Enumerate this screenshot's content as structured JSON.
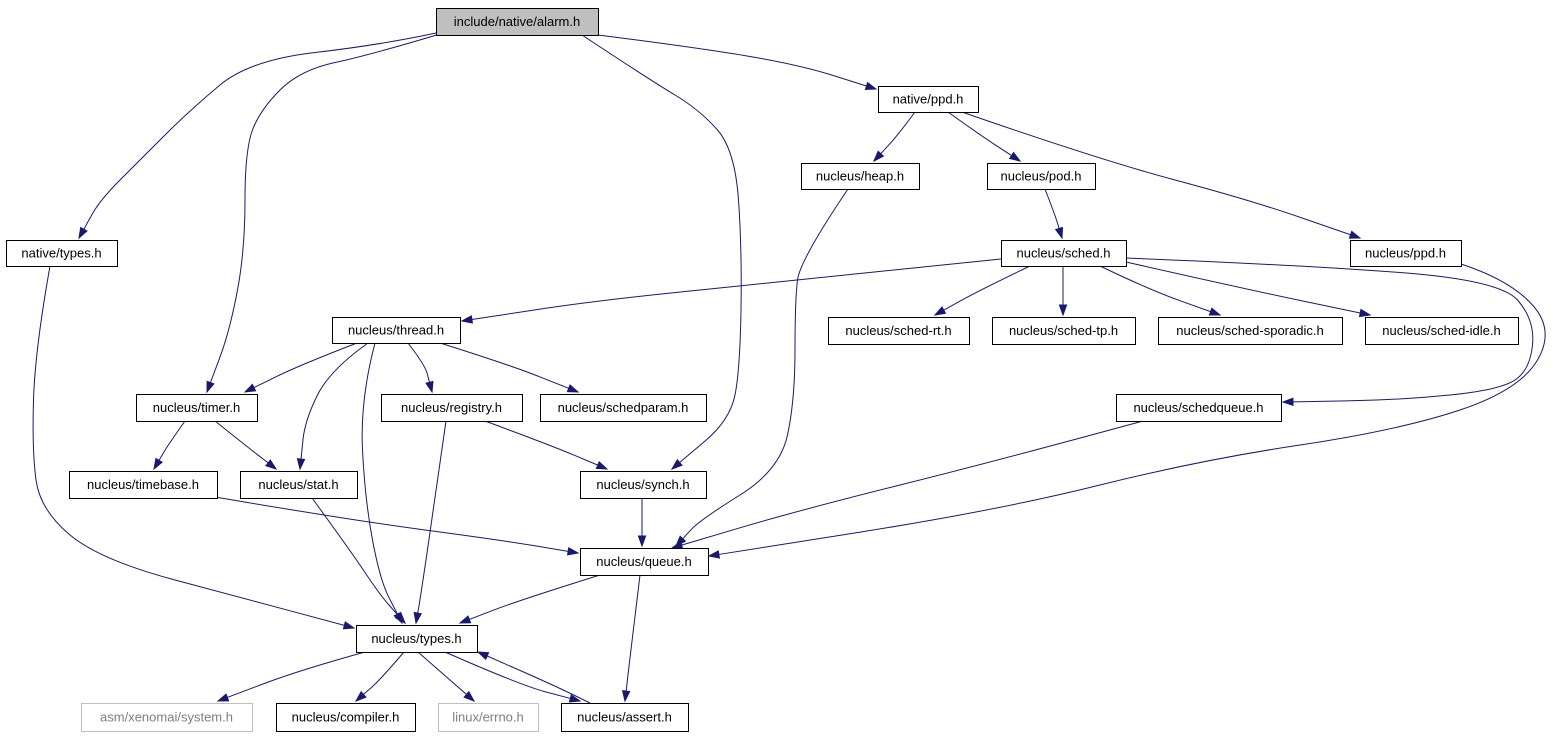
{
  "graph": {
    "nodes": [
      {
        "id": "alarm",
        "label": "include/native/alarm.h",
        "style": "root"
      },
      {
        "id": "native_ppd",
        "label": "native/ppd.h",
        "style": "normal"
      },
      {
        "id": "native_types",
        "label": "native/types.h",
        "style": "normal"
      },
      {
        "id": "heap",
        "label": "nucleus/heap.h",
        "style": "normal"
      },
      {
        "id": "pod",
        "label": "nucleus/pod.h",
        "style": "normal"
      },
      {
        "id": "nucleus_ppd",
        "label": "nucleus/ppd.h",
        "style": "normal"
      },
      {
        "id": "sched",
        "label": "nucleus/sched.h",
        "style": "normal"
      },
      {
        "id": "thread",
        "label": "nucleus/thread.h",
        "style": "normal"
      },
      {
        "id": "sched_rt",
        "label": "nucleus/sched-rt.h",
        "style": "normal"
      },
      {
        "id": "sched_tp",
        "label": "nucleus/sched-tp.h",
        "style": "normal"
      },
      {
        "id": "sched_sporadic",
        "label": "nucleus/sched-sporadic.h",
        "style": "normal"
      },
      {
        "id": "sched_idle",
        "label": "nucleus/sched-idle.h",
        "style": "normal"
      },
      {
        "id": "timer",
        "label": "nucleus/timer.h",
        "style": "normal"
      },
      {
        "id": "registry",
        "label": "nucleus/registry.h",
        "style": "normal"
      },
      {
        "id": "schedparam",
        "label": "nucleus/schedparam.h",
        "style": "normal"
      },
      {
        "id": "schedqueue",
        "label": "nucleus/schedqueue.h",
        "style": "normal"
      },
      {
        "id": "timebase",
        "label": "nucleus/timebase.h",
        "style": "normal"
      },
      {
        "id": "stat",
        "label": "nucleus/stat.h",
        "style": "normal"
      },
      {
        "id": "synch",
        "label": "nucleus/synch.h",
        "style": "normal"
      },
      {
        "id": "queue",
        "label": "nucleus/queue.h",
        "style": "normal"
      },
      {
        "id": "nucleus_types",
        "label": "nucleus/types.h",
        "style": "normal"
      },
      {
        "id": "asm_system",
        "label": "asm/xenomai/system.h",
        "style": "external"
      },
      {
        "id": "compiler",
        "label": "nucleus/compiler.h",
        "style": "normal"
      },
      {
        "id": "errno",
        "label": "linux/errno.h",
        "style": "external"
      },
      {
        "id": "assert",
        "label": "nucleus/assert.h",
        "style": "normal"
      }
    ],
    "edges": [
      {
        "from": "alarm",
        "to": "native_types"
      },
      {
        "from": "alarm",
        "to": "timer"
      },
      {
        "from": "alarm",
        "to": "synch"
      },
      {
        "from": "alarm",
        "to": "native_ppd"
      },
      {
        "from": "native_ppd",
        "to": "heap"
      },
      {
        "from": "native_ppd",
        "to": "pod"
      },
      {
        "from": "native_ppd",
        "to": "nucleus_ppd"
      },
      {
        "from": "pod",
        "to": "sched"
      },
      {
        "from": "sched",
        "to": "thread"
      },
      {
        "from": "sched",
        "to": "sched_rt"
      },
      {
        "from": "sched",
        "to": "sched_tp"
      },
      {
        "from": "sched",
        "to": "sched_sporadic"
      },
      {
        "from": "sched",
        "to": "sched_idle"
      },
      {
        "from": "sched",
        "to": "schedqueue"
      },
      {
        "from": "thread",
        "to": "timer"
      },
      {
        "from": "thread",
        "to": "stat"
      },
      {
        "from": "thread",
        "to": "nucleus_types"
      },
      {
        "from": "thread",
        "to": "registry"
      },
      {
        "from": "thread",
        "to": "schedparam"
      },
      {
        "from": "timer",
        "to": "timebase"
      },
      {
        "from": "timer",
        "to": "stat"
      },
      {
        "from": "registry",
        "to": "nucleus_types"
      },
      {
        "from": "registry",
        "to": "synch"
      },
      {
        "from": "synch",
        "to": "queue"
      },
      {
        "from": "heap",
        "to": "queue"
      },
      {
        "from": "schedqueue",
        "to": "queue"
      },
      {
        "from": "nucleus_ppd",
        "to": "queue"
      },
      {
        "from": "timebase",
        "to": "queue"
      },
      {
        "from": "stat",
        "to": "nucleus_types"
      },
      {
        "from": "native_types",
        "to": "nucleus_types"
      },
      {
        "from": "queue",
        "to": "nucleus_types"
      },
      {
        "from": "queue",
        "to": "assert"
      },
      {
        "from": "nucleus_types",
        "to": "asm_system"
      },
      {
        "from": "nucleus_types",
        "to": "compiler"
      },
      {
        "from": "nucleus_types",
        "to": "errno"
      },
      {
        "from": "nucleus_types",
        "to": "assert"
      },
      {
        "from": "assert",
        "to": "nucleus_types"
      }
    ]
  }
}
